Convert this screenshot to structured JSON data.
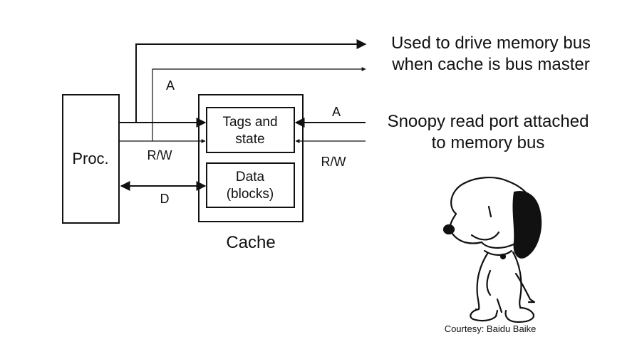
{
  "diagram": {
    "processor_label": "Proc.",
    "cache_label": "Cache",
    "tags_box": {
      "line1": "Tags and",
      "line2": "state"
    },
    "data_box": {
      "line1": "Data",
      "line2": "(blocks)"
    },
    "signals": {
      "address_left": "A",
      "rw_left": "R/W",
      "data_left": "D",
      "address_right": "A",
      "rw_right": "R/W"
    },
    "annotations": {
      "drive_bus_line1": "Used to drive memory bus",
      "drive_bus_line2": "when cache is bus master",
      "snoopy_line1": "Snoopy read port attached",
      "snoopy_line2": "to memory bus"
    },
    "credit": "Courtesy: Baidu Baike"
  }
}
